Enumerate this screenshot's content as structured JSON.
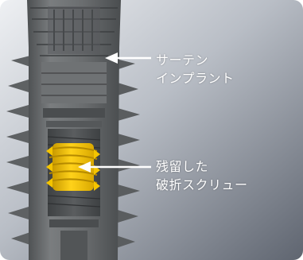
{
  "annotations": [
    {
      "lines": [
        "サーテン",
        "インプラント"
      ]
    },
    {
      "lines": [
        "残留した",
        "破折スクリュー"
      ]
    }
  ],
  "colors": {
    "background_light": "#e6e8ec",
    "background_dark": "#6f7580",
    "implant_body": "#6b6e70",
    "implant_shadow": "#3f4244",
    "screw_yellow": "#f2c200",
    "label_text": "#ffffff"
  }
}
